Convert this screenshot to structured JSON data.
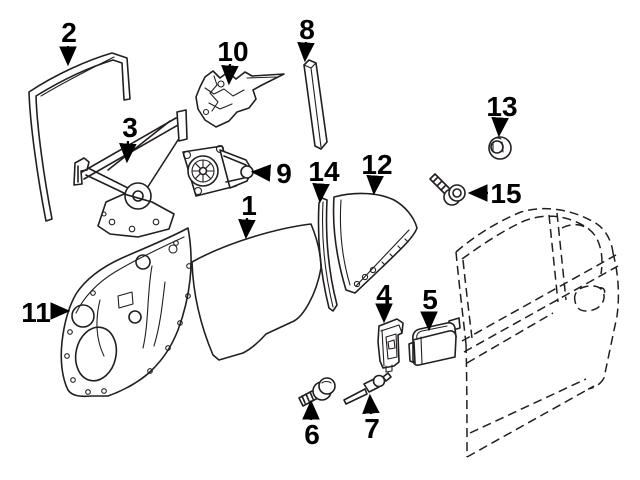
{
  "diagram": {
    "type": "exploded-parts-diagram",
    "background": "#ffffff",
    "line_color": "#231f20",
    "label_color": "#000000",
    "callouts": [
      {
        "label": "1"
      },
      {
        "label": "2"
      },
      {
        "label": "3"
      },
      {
        "label": "4"
      },
      {
        "label": "5"
      },
      {
        "label": "6"
      },
      {
        "label": "7"
      },
      {
        "label": "8"
      },
      {
        "label": "9"
      },
      {
        "label": "10"
      },
      {
        "label": "11"
      },
      {
        "label": "12"
      },
      {
        "label": "13"
      },
      {
        "label": "14"
      },
      {
        "label": "15"
      }
    ]
  }
}
